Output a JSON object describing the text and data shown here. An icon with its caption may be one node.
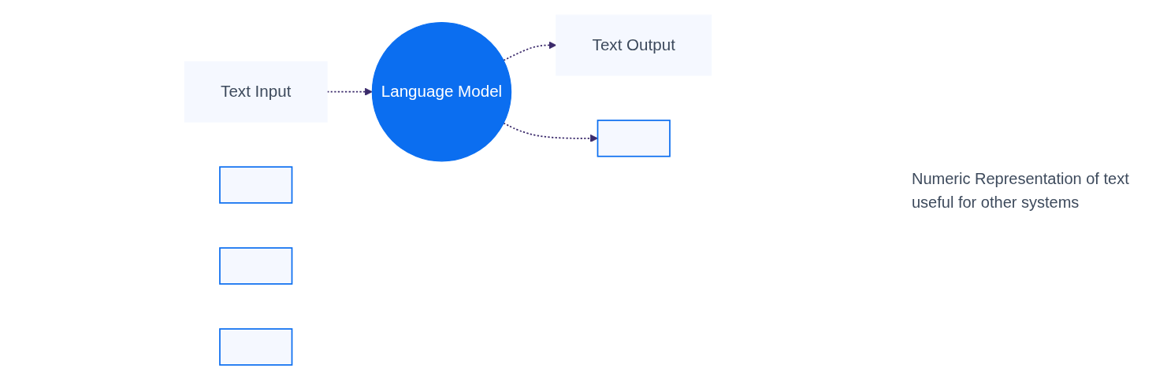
{
  "diagram": {
    "nodes": [
      {
        "text": [
          "Text Input"
        ]
      },
      {
        "text": [
          "Language Model"
        ]
      },
      {
        "text": [
          "Text Output"
        ]
      },
      {
        "text": [],
        "shape": "box"
      },
      {
        "text": [],
        "shape": "box"
      },
      {
        "text": [],
        "shape": "box"
      },
      {
        "text": [],
        "shape": "box"
      }
    ],
    "edges": [
      {
        "from": 0,
        "to": 1,
        "arrow": "to",
        "style": "dashed"
      },
      {
        "from": 1,
        "to": 2,
        "arrow": "to",
        "style": "dashed"
      },
      {
        "from": 1,
        "to": 3,
        "arrow": "to",
        "style": "dashed"
      }
    ],
    "labels": [
      "Numeric Representation of text useful for other systems"
    ]
  }
}
